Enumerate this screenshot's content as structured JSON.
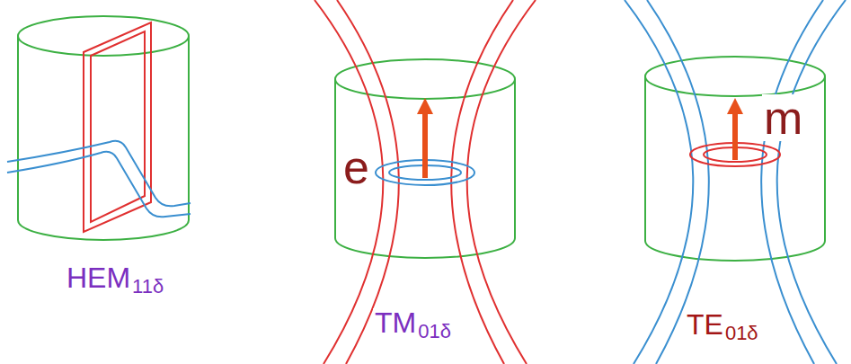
{
  "diagram": {
    "labels": [
      "HEM",
      "11δ",
      "e",
      "TM",
      "01δ",
      "m",
      "TE",
      "01δ"
    ]
  }
}
